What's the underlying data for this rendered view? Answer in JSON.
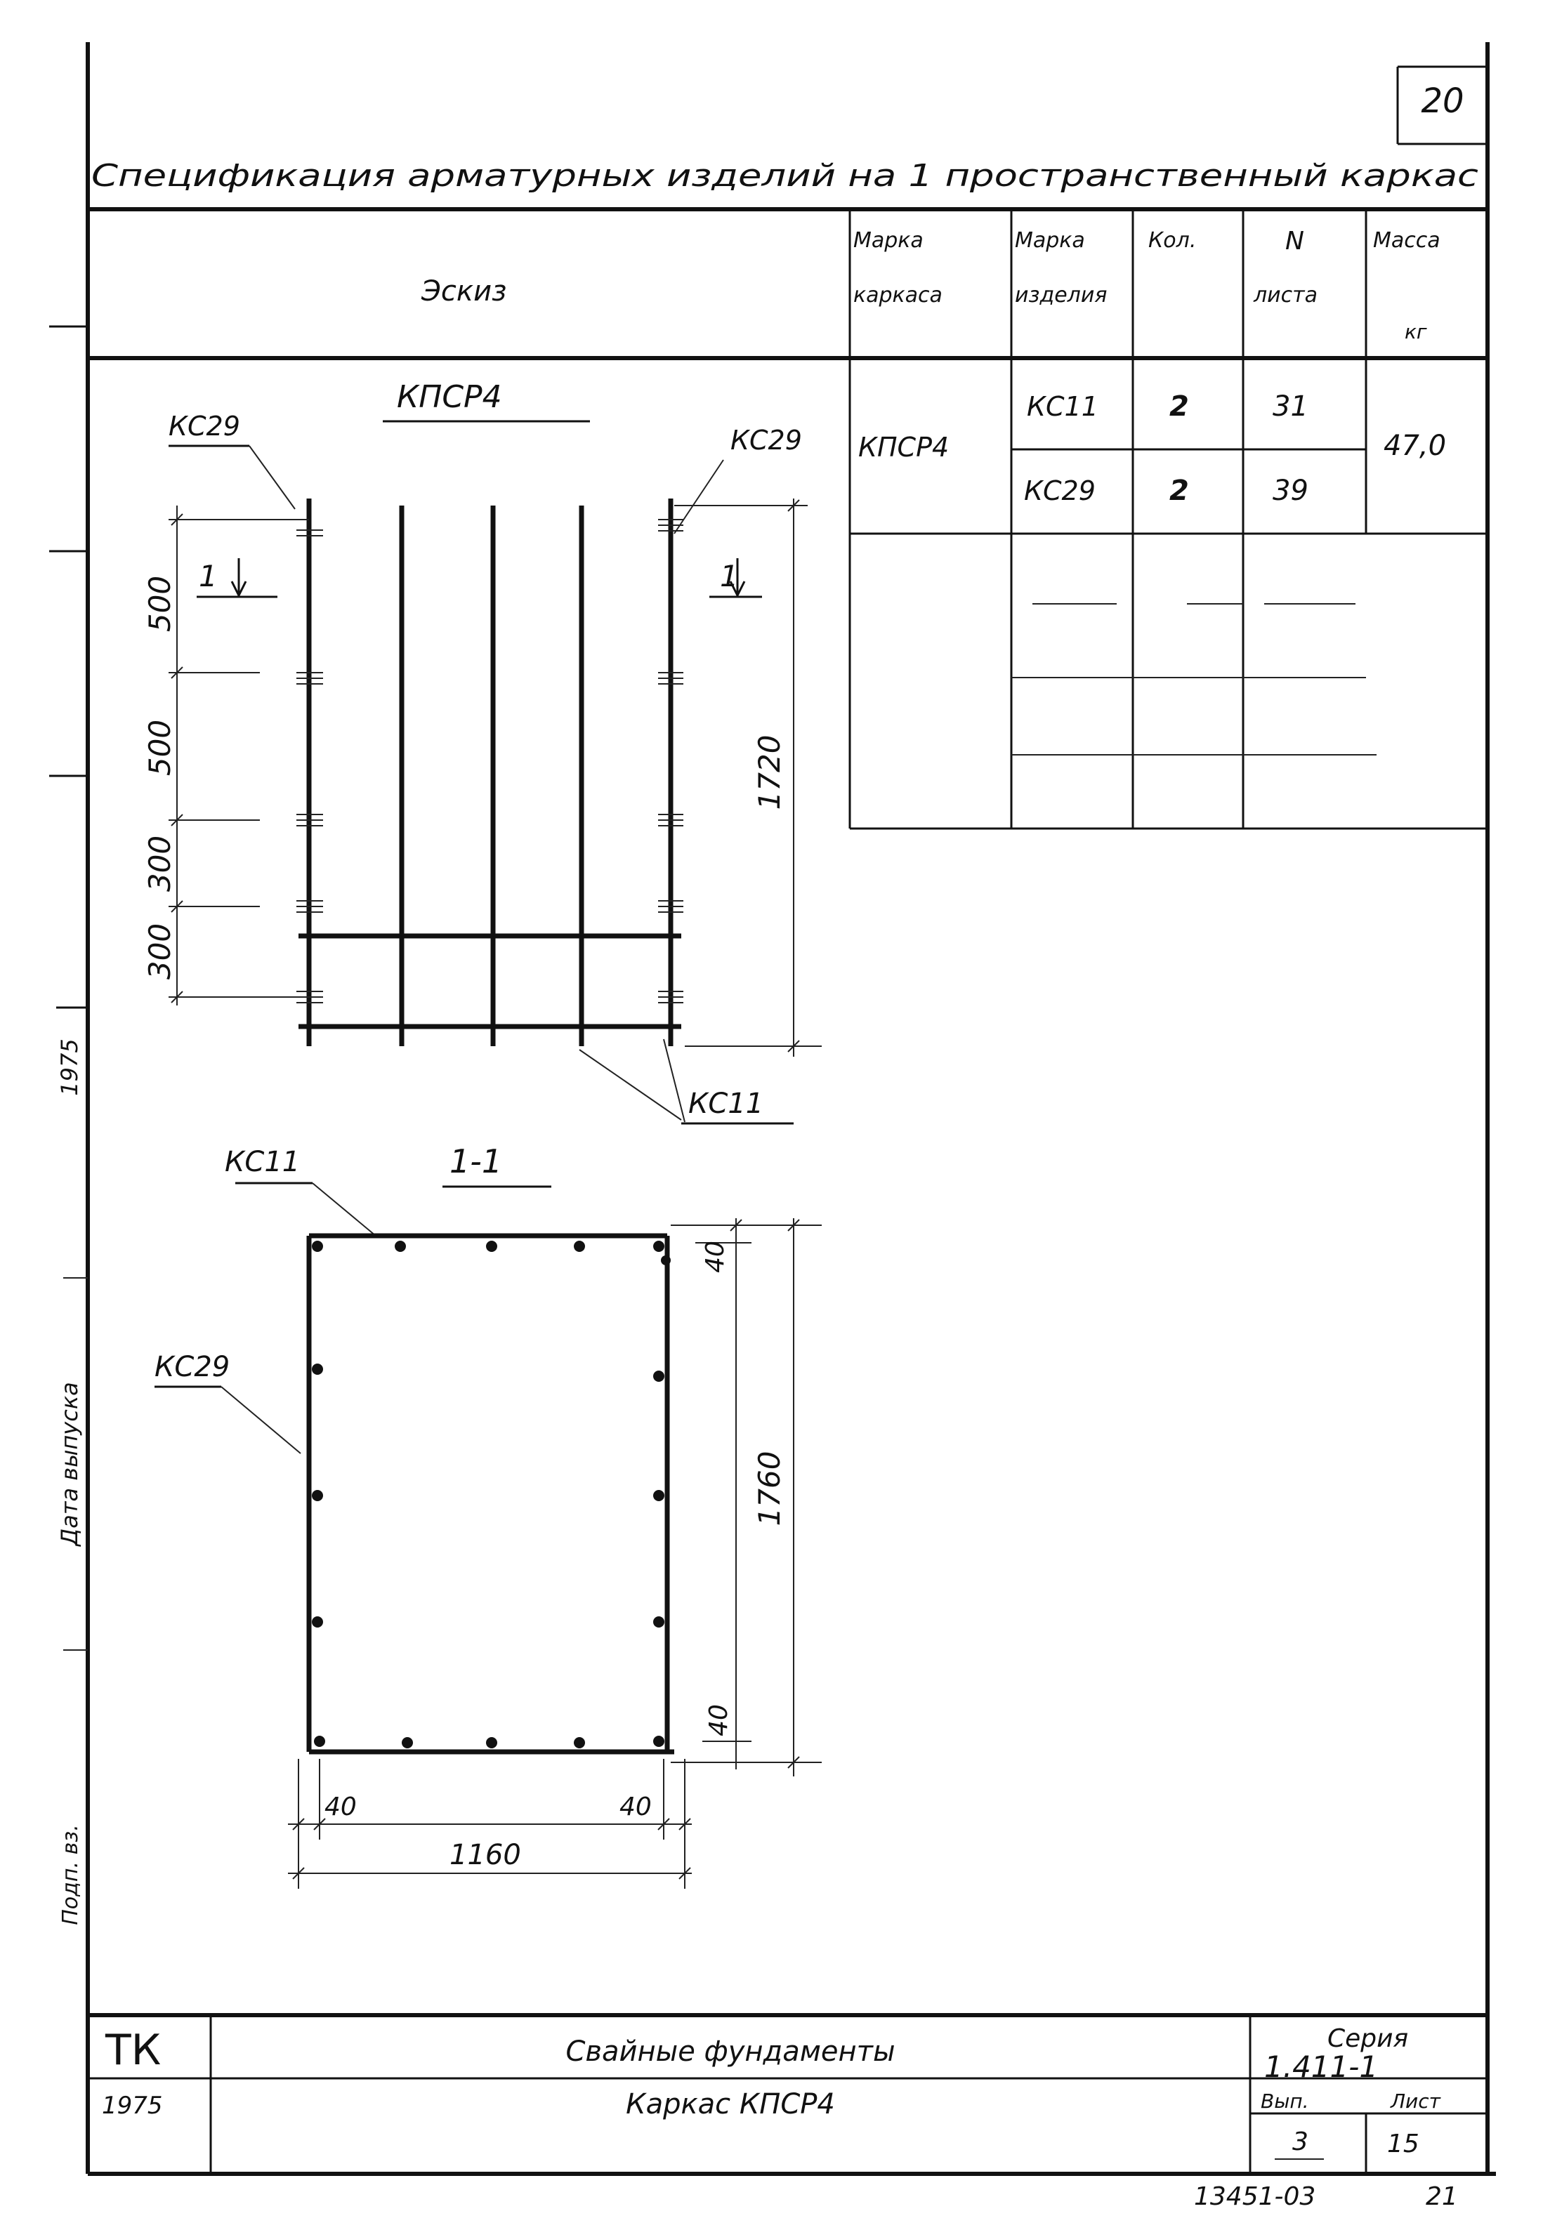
{
  "sheet": {
    "sheet_number": "20",
    "title": "Спецификация арматурных изделий на 1 пространственный каркас"
  },
  "spec_table": {
    "headers": {
      "sketch": "Эскиз",
      "frame_mark_1": "Марка",
      "frame_mark_2": "каркаса",
      "item_mark_1": "Марка",
      "item_mark_2": "изделия",
      "qty": "Кол.",
      "sheet_no_1": "N",
      "sheet_no_2": "листа",
      "mass_1": "Масса",
      "mass_2": "кг"
    },
    "frame_mark": "КПСР4",
    "rows": [
      {
        "item": "КС11",
        "qty": "2",
        "sheet": "31"
      },
      {
        "item": "КС29",
        "qty": "2",
        "sheet": "39"
      }
    ],
    "mass": "47,0"
  },
  "elevation": {
    "title": "КПСР4",
    "label_left": "КС29",
    "label_right": "КС29",
    "label_bottom": "КС11",
    "section_mark": "1",
    "dims_left": [
      "500",
      "500",
      "300",
      "300"
    ],
    "dim_right": "1720"
  },
  "section": {
    "title": "1-1",
    "label_top": "КС11",
    "label_left": "КС29",
    "dim_top": "40",
    "dim_height": "1760",
    "dim_bottom": "40",
    "dim_left": "40",
    "dim_right": "40",
    "dim_width": "1160"
  },
  "margin": {
    "year": "1975",
    "text_1": "Дата выпуска",
    "text_2": "Подп. вз."
  },
  "title_block": {
    "org": "ТК",
    "year": "1975",
    "project": "Свайные фундаменты",
    "drawing": "Каркас КПСР4",
    "series_label": "Серия",
    "series": "1.411-1",
    "issue_label": "Вып.",
    "issue": "3",
    "sheet_label": "Лист",
    "sheet": "15",
    "doc_number": "13451-03",
    "page": "21"
  }
}
